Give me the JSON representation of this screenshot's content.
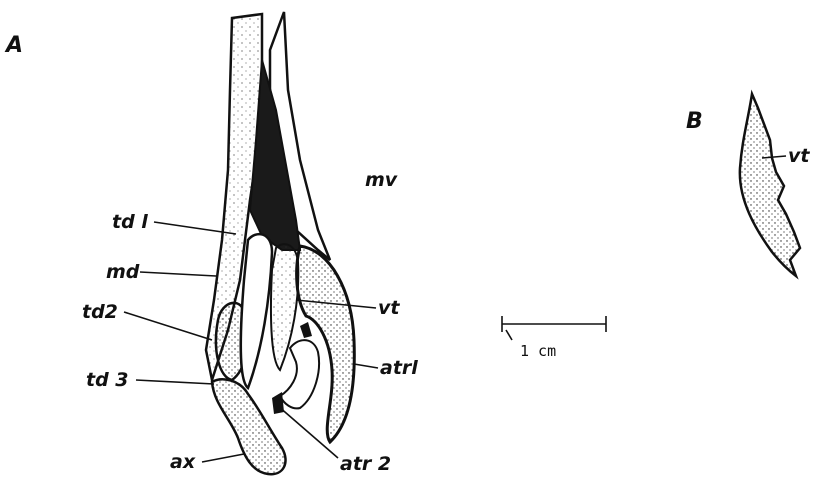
{
  "panels": {
    "a": "A",
    "b": "B"
  },
  "labels": {
    "mv": "mv",
    "td1": "td l",
    "md": "md",
    "td2": "td2",
    "td3": "td 3",
    "ax": "ax",
    "vt": "vt",
    "atr1": "atrl",
    "atr2": "atr 2",
    "vt_b": "vt"
  },
  "scale_bar": {
    "label": "1 cm"
  }
}
